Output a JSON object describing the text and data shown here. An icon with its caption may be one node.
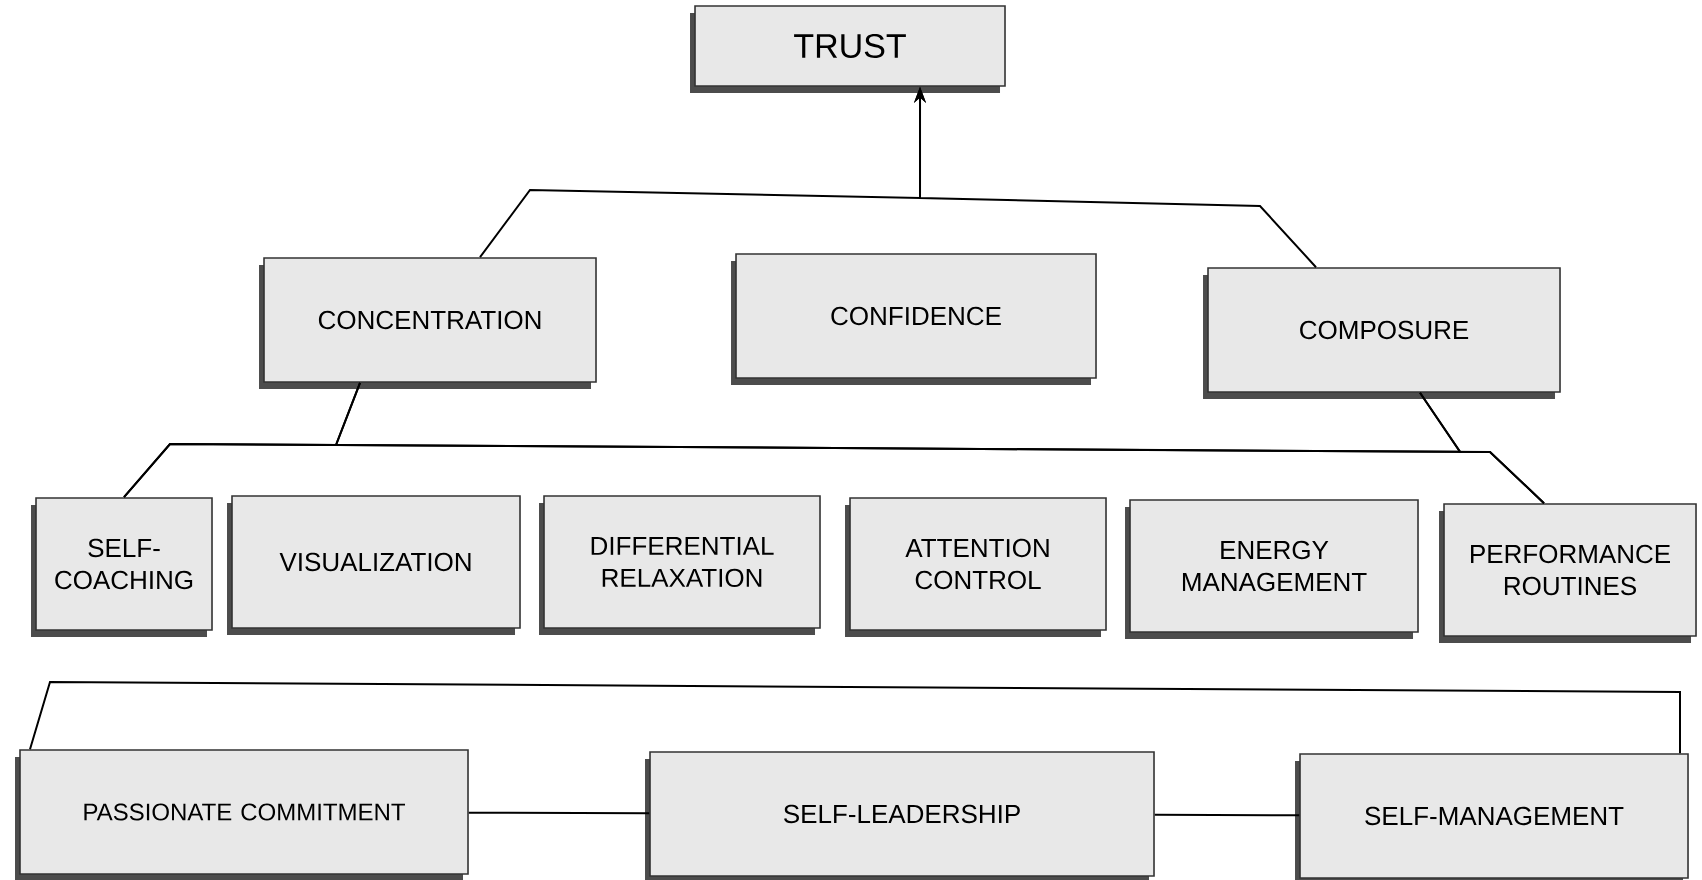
{
  "diagram": {
    "nodes": [
      {
        "text": [
          "TRUST"
        ]
      },
      {
        "text": [
          "CONCENTRATION"
        ]
      },
      {
        "text": [
          "CONFIDENCE"
        ]
      },
      {
        "text": [
          "COMPOSURE"
        ]
      },
      {
        "text": [
          "SELF-COACHING"
        ]
      },
      {
        "text": [
          "VISUALIZATION"
        ]
      },
      {
        "text": [
          "DIFFERENTIAL RELAXATION"
        ]
      },
      {
        "text": [
          "ATTENTION CONTROL"
        ]
      },
      {
        "text": [
          "ENERGY MANAGEMENT"
        ]
      },
      {
        "text": [
          "PERFORMANCE ROUTINES"
        ]
      },
      {
        "text": [
          "PASSIONATE COMMITMENT"
        ]
      },
      {
        "text": [
          "SELF-LEADERSHIP"
        ]
      },
      {
        "text": [
          "SELF-MANAGEMENT"
        ]
      }
    ],
    "edges": [
      {
        "from": 1,
        "to": 0,
        "arrow": "to"
      },
      {
        "from": 3,
        "to": 0,
        "arrow": "to"
      },
      {
        "from": 1,
        "to": 4,
        "arrow": "none"
      },
      {
        "from": 1,
        "to": 9,
        "arrow": "none"
      },
      {
        "from": 3,
        "to": 4,
        "arrow": "none"
      },
      {
        "from": 3,
        "to": 9,
        "arrow": "none"
      },
      {
        "from": 10,
        "to": 12,
        "arrow": "none"
      },
      {
        "from": 10,
        "to": 11,
        "arrow": "none"
      },
      {
        "from": 11,
        "to": 12,
        "arrow": "none"
      }
    ]
  }
}
